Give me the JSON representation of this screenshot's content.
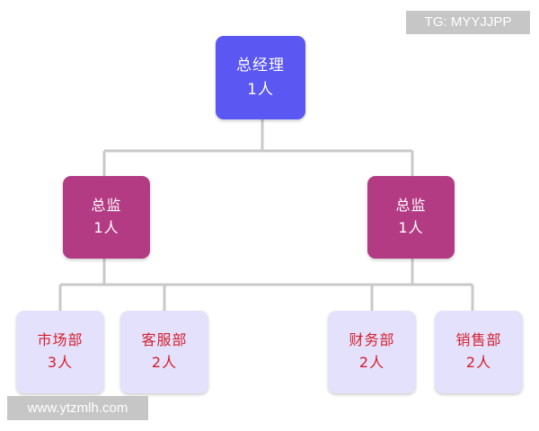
{
  "general_manager": {
    "title": "总经理",
    "count": "1人"
  },
  "directors": [
    {
      "title": "总监",
      "count": "1人"
    },
    {
      "title": "总监",
      "count": "1人"
    }
  ],
  "departments": [
    {
      "title": "市场部",
      "count": "3人"
    },
    {
      "title": "客服部",
      "count": "2人"
    },
    {
      "title": "财务部",
      "count": "2人"
    },
    {
      "title": "销售部",
      "count": "2人"
    }
  ],
  "watermarks": {
    "top": "TG: MYYJJPP",
    "bottom": "www.ytzmlh.com"
  },
  "colors": {
    "general_manager": "#5a57f3",
    "director": "#b33b83",
    "department_fill": "#e3e1fb",
    "department_text": "#d61e2e",
    "connector": "#c9c9c9"
  }
}
